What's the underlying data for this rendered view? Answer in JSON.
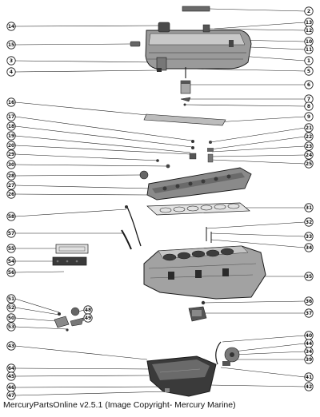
{
  "caption": "MercuryPartsOnline v2.5.1 (Image Copyright- Mercury Marine)",
  "callouts_right": [
    "2",
    "13",
    "12",
    "10",
    "11",
    "1",
    "5",
    "6",
    "7",
    "8",
    "9",
    "21",
    "22",
    "23",
    "24",
    "25",
    "31",
    "32",
    "33",
    "34",
    "35",
    "36",
    "37",
    "40",
    "44",
    "34",
    "39",
    "41",
    "42"
  ],
  "callouts_left": [
    "14",
    "15",
    "3",
    "4",
    "16",
    "17",
    "18",
    "19",
    "20",
    "29",
    "30",
    "28",
    "27",
    "26",
    "58",
    "57",
    "55",
    "54",
    "56",
    "51",
    "52",
    "50",
    "53",
    "43",
    "64",
    "45",
    "46",
    "47"
  ],
  "callouts_mid": [
    "48",
    "49"
  ],
  "colors": {
    "ink": "#1a1a1a",
    "part_fill": "#9a9a9a",
    "part_dark": "#4a4a4a",
    "part_light": "#d4d4d4"
  }
}
